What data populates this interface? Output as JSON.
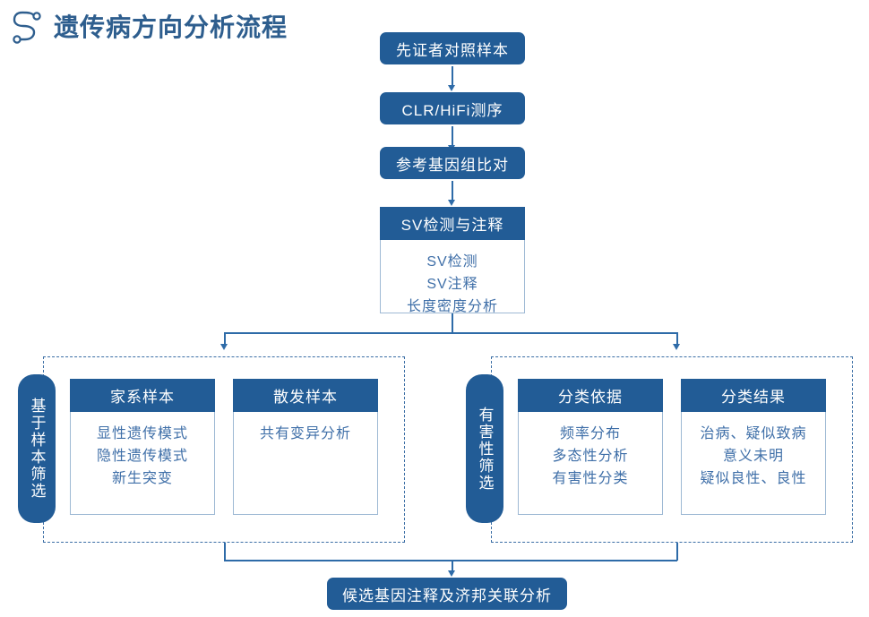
{
  "header": {
    "title": "遗传病方向分析流程",
    "icon": "s-curve-node-icon",
    "title_color": "#2E5E8E"
  },
  "theme": {
    "header_blue": "#225C96",
    "body_text_blue": "#3F6FA8",
    "border_blue": "#9EB9D4",
    "dashed_blue": "#3B6EA5",
    "connector_blue": "#2E6BA8",
    "background": "#FFFFFF"
  },
  "main_flow": [
    {
      "label": "先证者对照样本"
    },
    {
      "label": "CLR/HiFi测序"
    },
    {
      "label": "参考基因组比对"
    }
  ],
  "sv_card": {
    "title": "SV检测与注释",
    "items": [
      "SV检测",
      "SV注释",
      "长度密度分析"
    ]
  },
  "groups": [
    {
      "name": "sample-screening",
      "label": "基于样本筛选",
      "cards": [
        {
          "title": "家系样本",
          "items": [
            "显性遗传模式",
            "隐性遗传模式",
            "新生突变"
          ]
        },
        {
          "title": "散发样本",
          "items": [
            "共有变异分析"
          ]
        }
      ]
    },
    {
      "name": "pathogenicity-screening",
      "label": "有害性筛选",
      "cards": [
        {
          "title": "分类依据",
          "items": [
            "频率分布",
            "多态性分析",
            "有害性分类"
          ]
        },
        {
          "title": "分类结果",
          "items": [
            "治病、疑似致病",
            "意义未明",
            "疑似良性、良性"
          ]
        }
      ]
    }
  ],
  "final_step": {
    "label": "候选基因注释及济邦关联分析"
  }
}
